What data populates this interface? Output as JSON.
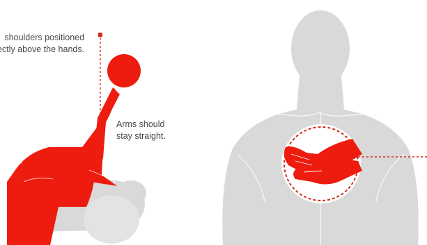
{
  "captions": {
    "shoulders": {
      "line1": "shoulders positioned",
      "line2": "ectly above the hands."
    },
    "arms": {
      "line1": "Arms should",
      "line2": "stay straight."
    }
  },
  "colors": {
    "accent_red": "#ee1c0e",
    "figure_gray": "#d9d9d9",
    "guide_red": "#d42a1a"
  }
}
